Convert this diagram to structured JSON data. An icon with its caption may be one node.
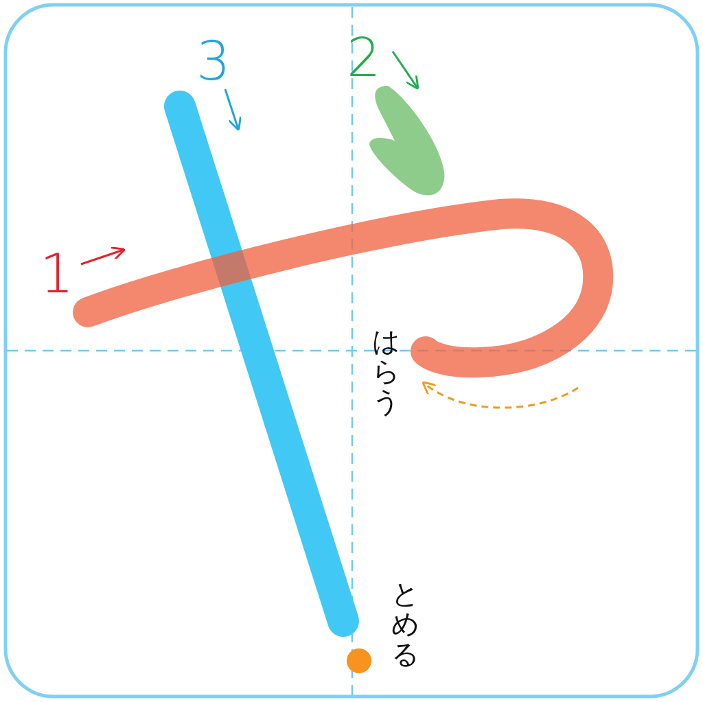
{
  "diagram": {
    "labels": [
      "3",
      "2",
      "1",
      "はらう",
      "とめる"
    ]
  }
}
